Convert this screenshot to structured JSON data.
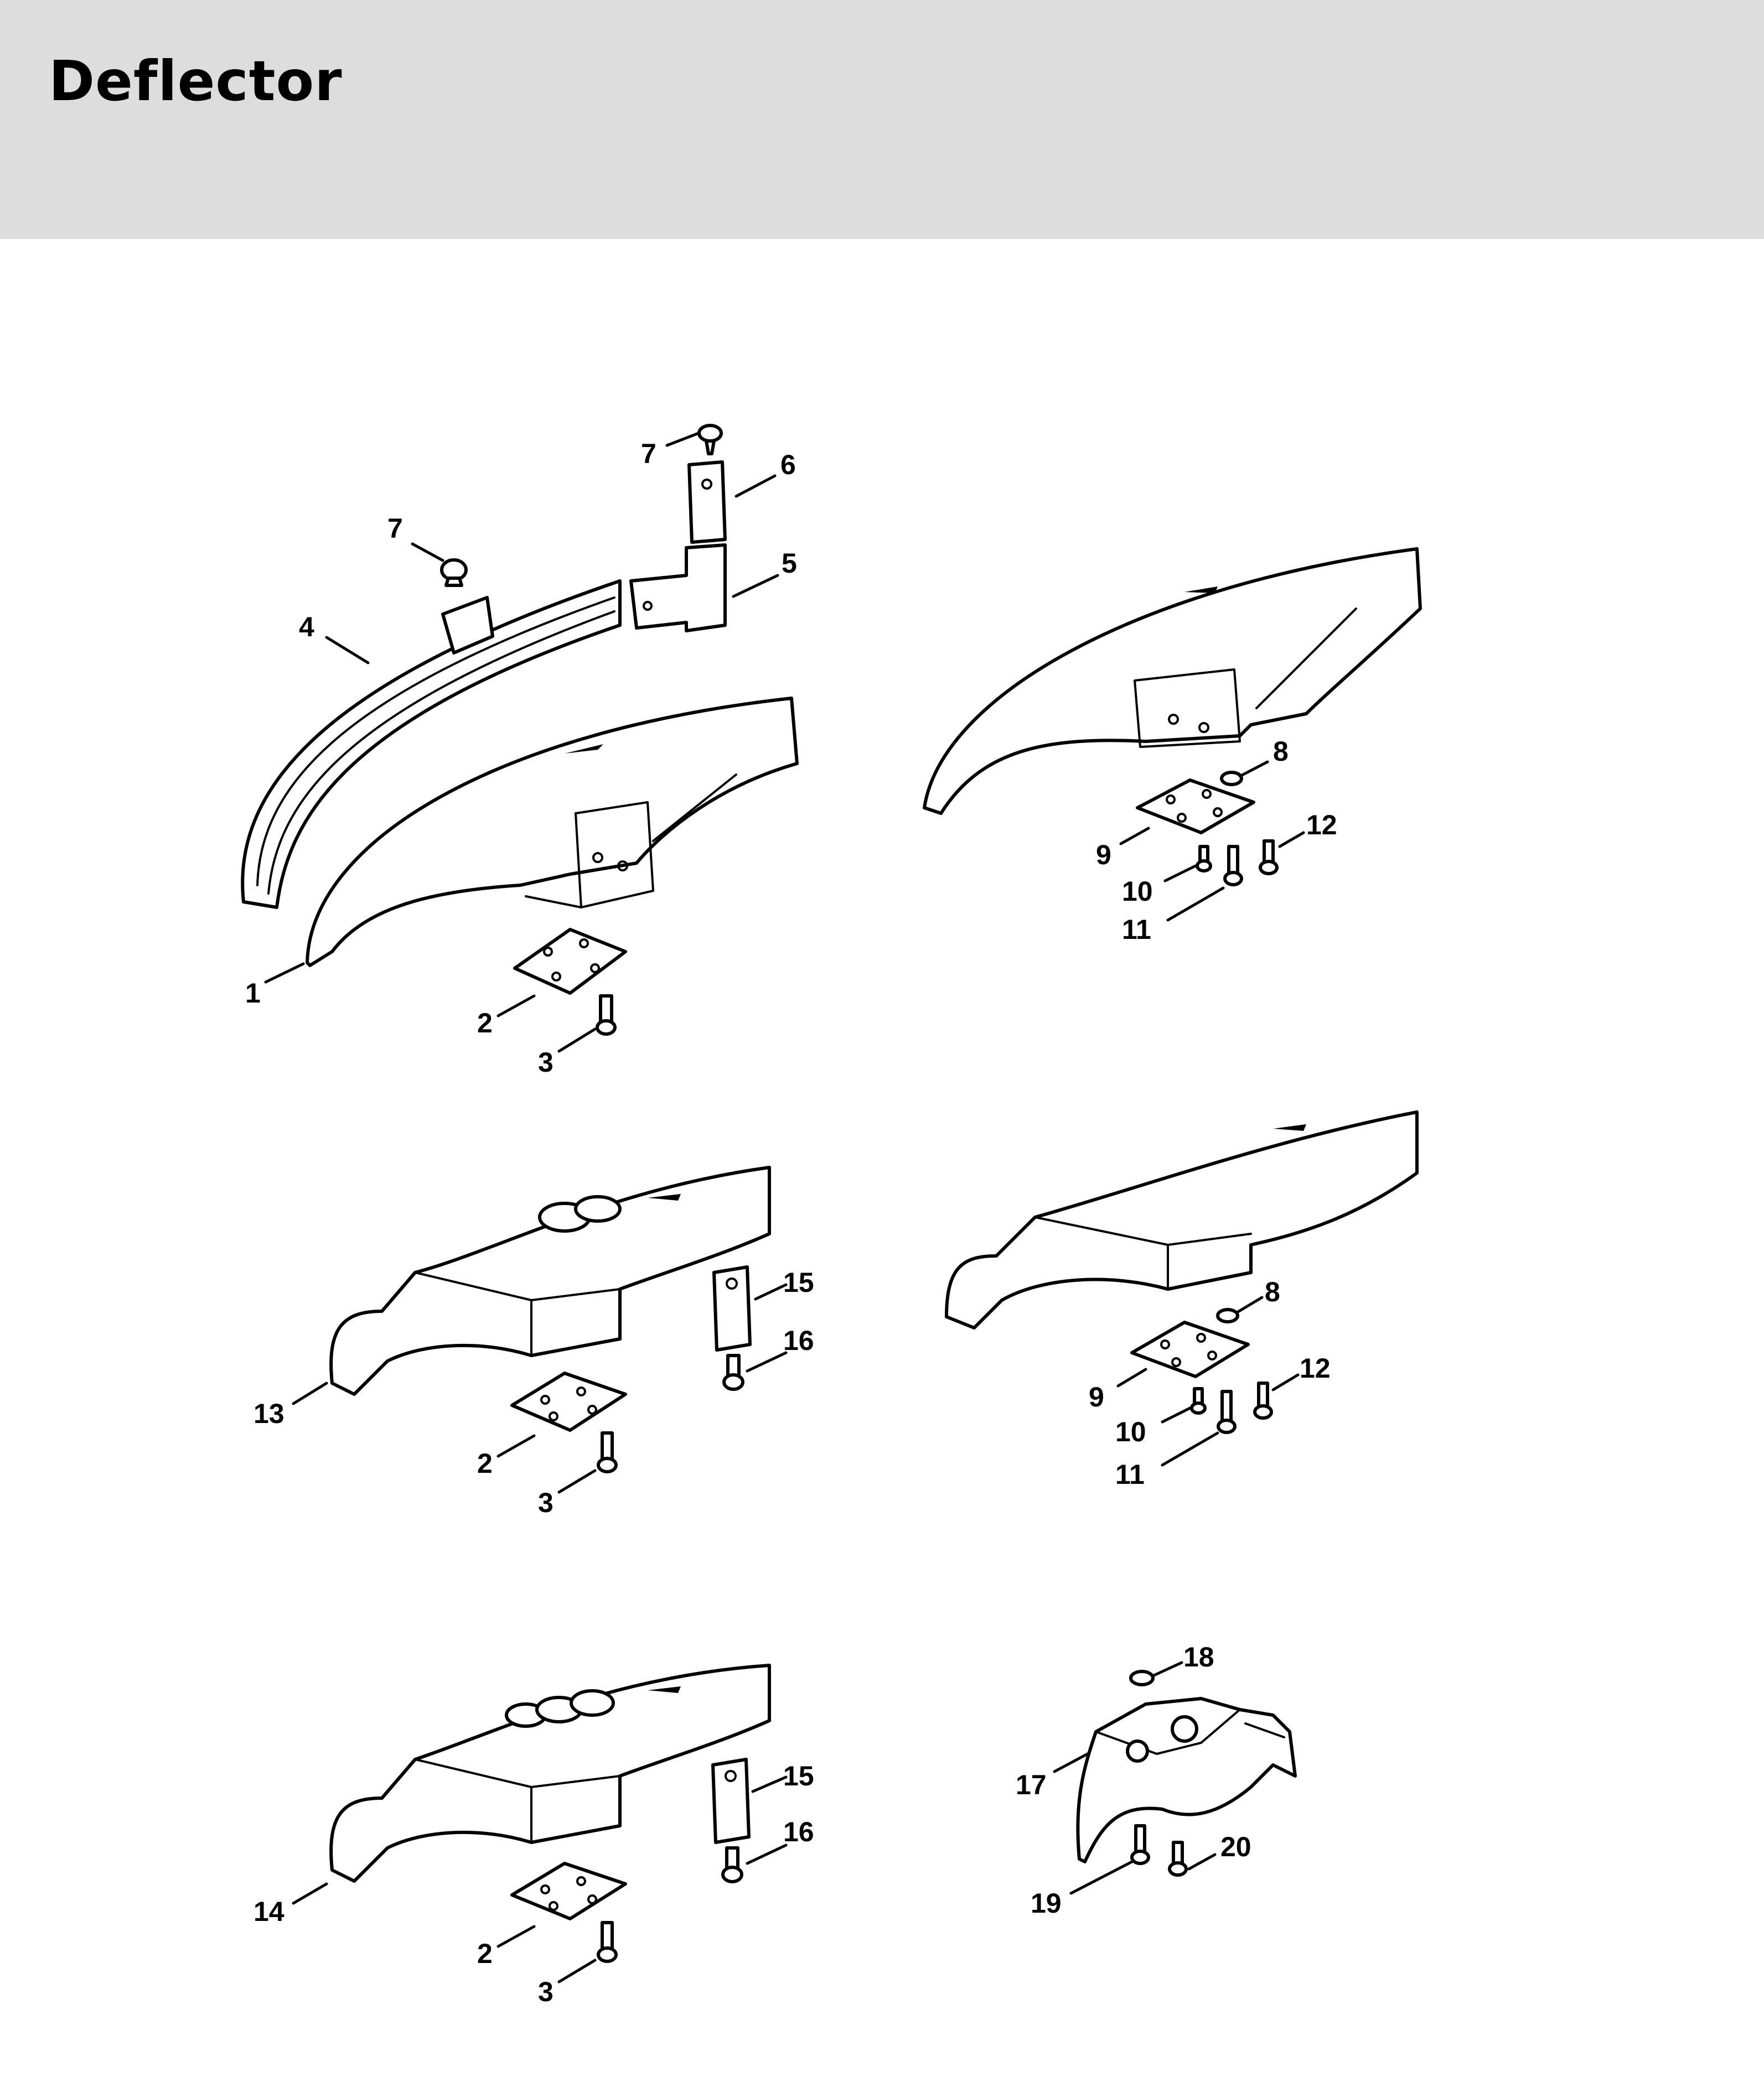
{
  "page": {
    "title": "Deflector",
    "header_color": "#dcdddc"
  },
  "callouts": [
    {
      "id": "c1",
      "text": "1"
    },
    {
      "id": "c2a",
      "text": "2"
    },
    {
      "id": "c3a",
      "text": "3"
    },
    {
      "id": "c4",
      "text": "4"
    },
    {
      "id": "c5",
      "text": "5"
    },
    {
      "id": "c6",
      "text": "6"
    },
    {
      "id": "c7a",
      "text": "7"
    },
    {
      "id": "c7b",
      "text": "7"
    },
    {
      "id": "c8a",
      "text": "8"
    },
    {
      "id": "c9a",
      "text": "9"
    },
    {
      "id": "c10a",
      "text": "10"
    },
    {
      "id": "c11a",
      "text": "11"
    },
    {
      "id": "c12a",
      "text": "12"
    },
    {
      "id": "c13",
      "text": "13"
    },
    {
      "id": "c2b",
      "text": "2"
    },
    {
      "id": "c3b",
      "text": "3"
    },
    {
      "id": "c15a",
      "text": "15"
    },
    {
      "id": "c16a",
      "text": "16"
    },
    {
      "id": "c8b",
      "text": "8"
    },
    {
      "id": "c9b",
      "text": "9"
    },
    {
      "id": "c10b",
      "text": "10"
    },
    {
      "id": "c11b",
      "text": "11"
    },
    {
      "id": "c12b",
      "text": "12"
    },
    {
      "id": "c14",
      "text": "14"
    },
    {
      "id": "c2c",
      "text": "2"
    },
    {
      "id": "c3c",
      "text": "3"
    },
    {
      "id": "c15b",
      "text": "15"
    },
    {
      "id": "c16b",
      "text": "16"
    },
    {
      "id": "c18",
      "text": "18"
    },
    {
      "id": "c17",
      "text": "17"
    },
    {
      "id": "c19",
      "text": "19"
    },
    {
      "id": "c20",
      "text": "20"
    }
  ]
}
